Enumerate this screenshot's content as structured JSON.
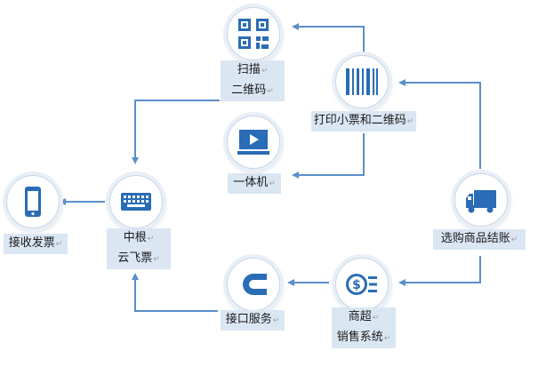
{
  "colors": {
    "arrow": "#5b8fc9",
    "icon": "#2a6cb5",
    "label_bg": "#dbe6f3"
  },
  "nodes": {
    "scan_qr": {
      "icon": "qr-code-icon",
      "lines": [
        "扫描",
        "二维码"
      ]
    },
    "print_receipt": {
      "icon": "barcode-icon",
      "lines": [
        "打印小票和二维码"
      ]
    },
    "all_in_one": {
      "icon": "monitor-play-icon",
      "lines": [
        "一体机"
      ]
    },
    "mobile": {
      "icon": "smartphone-icon",
      "lines": [
        "接收发票"
      ]
    },
    "zhonggen": {
      "icon": "keyboard-icon",
      "lines": [
        "中根",
        "云飞票"
      ]
    },
    "checkout": {
      "icon": "delivery-truck-icon",
      "lines": [
        "选购商品结账"
      ]
    },
    "interface": {
      "icon": "magnet-icon",
      "lines": [
        "接口服务"
      ]
    },
    "supermarket": {
      "icon": "dollar-coin-icon",
      "lines": [
        "商超",
        "销售系统"
      ]
    }
  },
  "edges": [
    {
      "from": "print_receipt",
      "to": "scan_qr"
    },
    {
      "from": "print_receipt",
      "to": "all_in_one"
    },
    {
      "from": "checkout",
      "to": "print_receipt"
    },
    {
      "from": "checkout",
      "to": "supermarket"
    },
    {
      "from": "supermarket",
      "to": "interface"
    },
    {
      "from": "interface",
      "to": "zhonggen"
    },
    {
      "from": "scan_qr",
      "to": "zhonggen"
    },
    {
      "from": "zhonggen",
      "to": "mobile"
    }
  ],
  "paragraph_mark": "↵"
}
